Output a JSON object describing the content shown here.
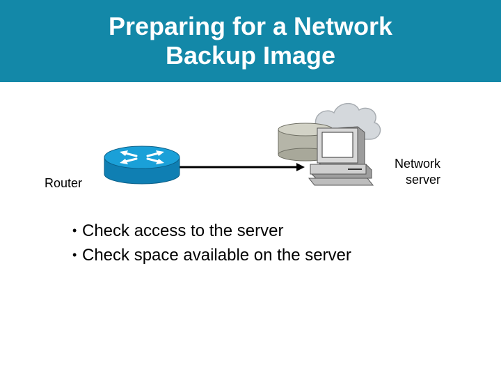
{
  "slide": {
    "title_line1": "Preparing for a Network",
    "title_line2": "Backup Image"
  },
  "diagram": {
    "router_label": "Router",
    "server_label_line1": "Network",
    "server_label_line2": "server",
    "router_icon": "router-icon",
    "server_icon": "network-server-icon",
    "cloud_icon": "cloud-icon",
    "storage_icon": "disk-storage-icon"
  },
  "bullets": [
    "Check access to the server",
    "Check space available on the server"
  ],
  "colors": {
    "header": "#1388a8",
    "router_body": "#1aa0d8",
    "cloud": "#d4d8dc",
    "server": "#c0c0c0"
  }
}
